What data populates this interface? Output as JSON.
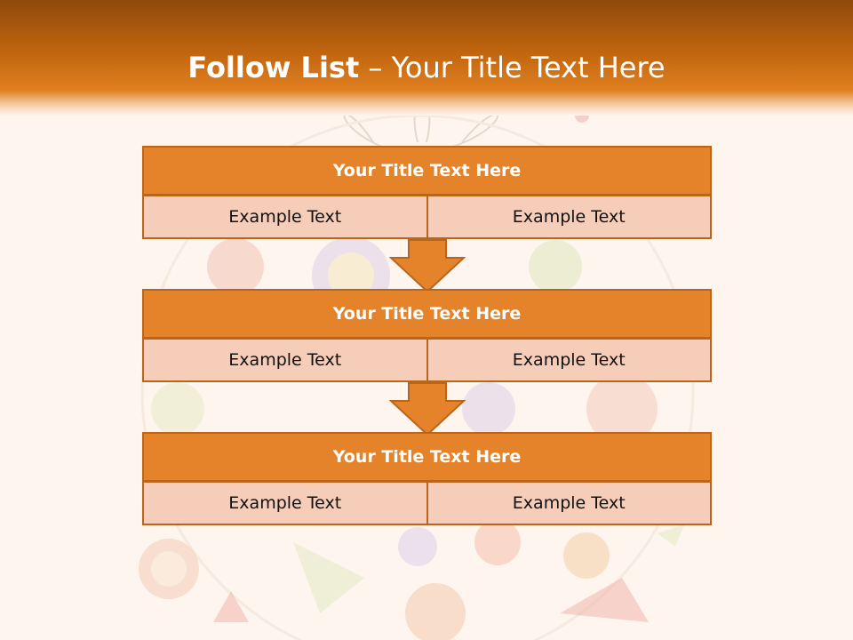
{
  "slide": {
    "title_bold": "Follow List",
    "title_rest": " – Your Title Text Here"
  },
  "blocks": [
    {
      "header": "Your Title Text Here",
      "left": "Example Text",
      "right": "Example Text"
    },
    {
      "header": "Your Title Text Here",
      "left": "Example Text",
      "right": "Example Text"
    },
    {
      "header": "Your Title Text Here",
      "left": "Example Text",
      "right": "Example Text"
    }
  ],
  "colors": {
    "accent": "#e5832a",
    "header_dark": "#8e4a0c",
    "cell_fill": "#f6cdb8",
    "border": "#b9661c",
    "background": "#fdf5ee"
  },
  "icons": [
    "down-arrow-icon",
    "down-arrow-icon"
  ]
}
